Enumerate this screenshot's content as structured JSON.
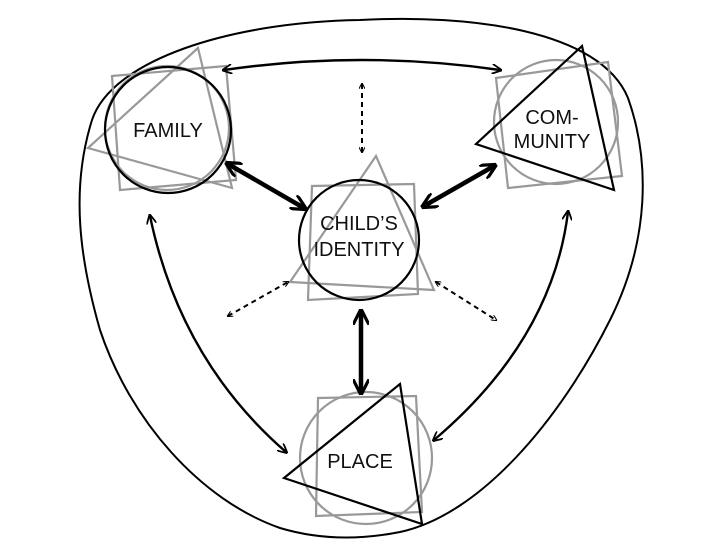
{
  "diagram": {
    "nodes": {
      "family": {
        "lines": [
          "FAMILY"
        ]
      },
      "community": {
        "lines": [
          "COM-",
          "MUNITY"
        ]
      },
      "identity": {
        "lines": [
          "CHILD’S",
          "IDENTITY"
        ]
      },
      "place": {
        "lines": [
          "PLACE"
        ]
      }
    },
    "colors": {
      "stroke": "#000000",
      "secondary_shape": "#9a9a9a",
      "background": "#ffffff"
    },
    "icon_names": {
      "outer_boundary": "rounded-triangle-outline",
      "bidirectional_arrow": "double-headed-arrow",
      "dashed_bidirectional_arrow": "dashed-double-headed-arrow"
    }
  }
}
